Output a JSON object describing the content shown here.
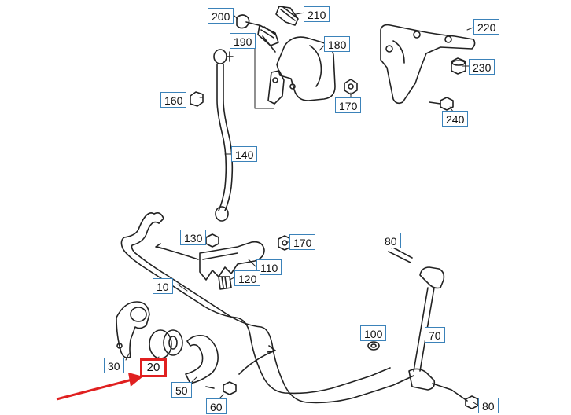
{
  "parts": [
    {
      "key": "p200",
      "label": "200"
    },
    {
      "key": "p210",
      "label": "210"
    },
    {
      "key": "p190",
      "label": "190"
    },
    {
      "key": "p180",
      "label": "180"
    },
    {
      "key": "p220",
      "label": "220"
    },
    {
      "key": "p230",
      "label": "230"
    },
    {
      "key": "p160",
      "label": "160"
    },
    {
      "key": "p170a",
      "label": "170"
    },
    {
      "key": "p240",
      "label": "240"
    },
    {
      "key": "p140",
      "label": "140"
    },
    {
      "key": "p130",
      "label": "130"
    },
    {
      "key": "p170b",
      "label": "170"
    },
    {
      "key": "p80a",
      "label": "80"
    },
    {
      "key": "p110",
      "label": "110"
    },
    {
      "key": "p120",
      "label": "120"
    },
    {
      "key": "p10",
      "label": "10"
    },
    {
      "key": "p100",
      "label": "100"
    },
    {
      "key": "p70",
      "label": "70"
    },
    {
      "key": "p30",
      "label": "30"
    },
    {
      "key": "p20",
      "label": "20",
      "highlighted": true
    },
    {
      "key": "p50",
      "label": "50"
    },
    {
      "key": "p60",
      "label": "60"
    },
    {
      "key": "p80b",
      "label": "80"
    }
  ],
  "colors": {
    "label_border": "#3b82b9",
    "highlight": "#e02020",
    "line": "#222222"
  }
}
